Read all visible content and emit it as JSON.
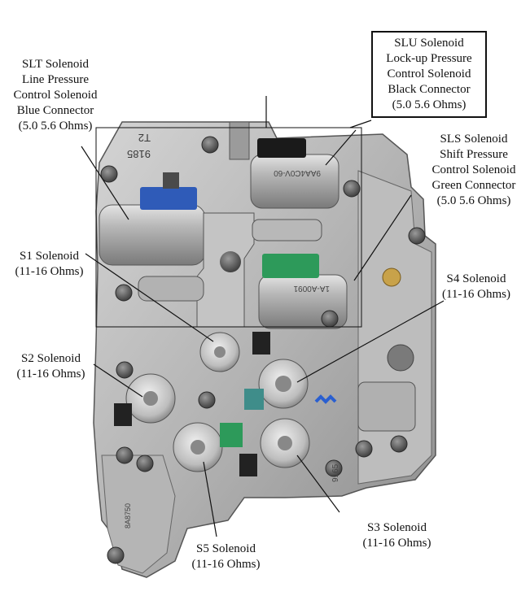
{
  "labels": {
    "slt": [
      "SLT Solenoid",
      "Line Pressure",
      "Control Solenoid",
      "Blue Connector",
      "(5.0 5.6 Ohms)"
    ],
    "slu": [
      "SLU Solenoid",
      "Lock-up Pressure",
      "Control Solenoid",
      "Black Connector",
      "(5.0 5.6 Ohms)"
    ],
    "sls": [
      "SLS Solenoid",
      "Shift Pressure",
      "Control Solenoid",
      "Green Connector",
      "(5.0 5.6 Ohms)"
    ],
    "s1": [
      "S1 Solenoid",
      "(11-16 Ohms)"
    ],
    "s2": [
      "S2 Solenoid",
      "(11-16 Ohms)"
    ],
    "s3": [
      "S3 Solenoid",
      "(11-16 Ohms)"
    ],
    "s4": [
      "S4 Solenoid",
      "(11-16 Ohms)"
    ],
    "s5": [
      "S5 Solenoid",
      "(11-16 Ohms)"
    ]
  },
  "valve_body_markings": {
    "casting_top": "9185",
    "casting_top2": "T2",
    "slu_part": "9AA4C0V-60",
    "sls_part": "1A-A0091",
    "bottom_left": "8A8750",
    "right_edge": "9165"
  },
  "colors": {
    "slt_connector": "#2f5bb8",
    "slu_connector": "#1a1a1a",
    "sls_connector": "#2d9a5a",
    "s_connector_teal": "#3f8d8a",
    "s_connector_dark": "#222222",
    "brass_fitting": "#c8a24a",
    "spring_blue": "#2a5fd0",
    "metal_light": "#c9c9c9",
    "metal_mid": "#a8a8a8",
    "metal_dark": "#6e6e6e"
  }
}
